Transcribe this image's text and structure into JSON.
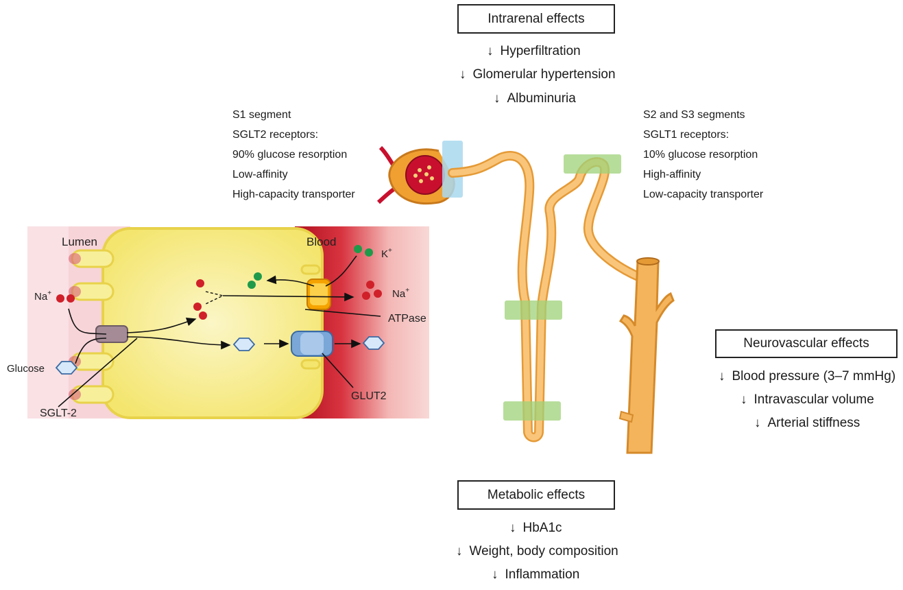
{
  "intrarenal": {
    "title": "Intrarenal effects",
    "effects": [
      {
        "arrow": "↓",
        "text": "Hyperfiltration"
      },
      {
        "arrow": "↓",
        "text": "Glomerular hypertension"
      },
      {
        "arrow": "↓",
        "text": "Albuminuria"
      }
    ]
  },
  "s1": {
    "lines": [
      "S1 segment",
      "SGLT2 receptors:",
      "90% glucose resorption",
      "Low-affinity",
      "High-capacity transporter"
    ]
  },
  "s2s3": {
    "lines": [
      "S2 and S3 segments",
      "SGLT1 receptors:",
      "10% glucose resorption",
      "High-affinity",
      "Low-capacity transporter"
    ]
  },
  "neuro": {
    "title": "Neurovascular effects",
    "effects": [
      {
        "arrow": "↓",
        "text": "Blood pressure (3–7 mmHg)"
      },
      {
        "arrow": "↓",
        "text": "Intravascular volume"
      },
      {
        "arrow": "↓",
        "text": "Arterial stiffness"
      }
    ]
  },
  "metabolic": {
    "title": "Metabolic effects",
    "effects": [
      {
        "arrow": "↓",
        "text": "HbA1c"
      },
      {
        "arrow": "↓",
        "text": "Weight, body composition"
      },
      {
        "arrow": "↓",
        "text": "Inflammation"
      }
    ]
  },
  "cell": {
    "lumen": "Lumen",
    "blood": "Blood",
    "na_left": "Na",
    "na_right": "Na",
    "plus": "+",
    "k": "K",
    "glucose": "Glucose",
    "sglt2": "SGLT-2",
    "atpase": "ATPase",
    "glut2": "GLUT2"
  },
  "colors": {
    "lumen_pink": "#f6c9cf",
    "cell_yellow": "#f7ef9a",
    "blood_red": "#c8102e",
    "tubule_orange": "#f4b45c",
    "sodium_red": "#d0202a",
    "potassium_green": "#1e9a4a",
    "highlight_blue": "#a9d8ef",
    "highlight_green": "#9fd27a"
  }
}
